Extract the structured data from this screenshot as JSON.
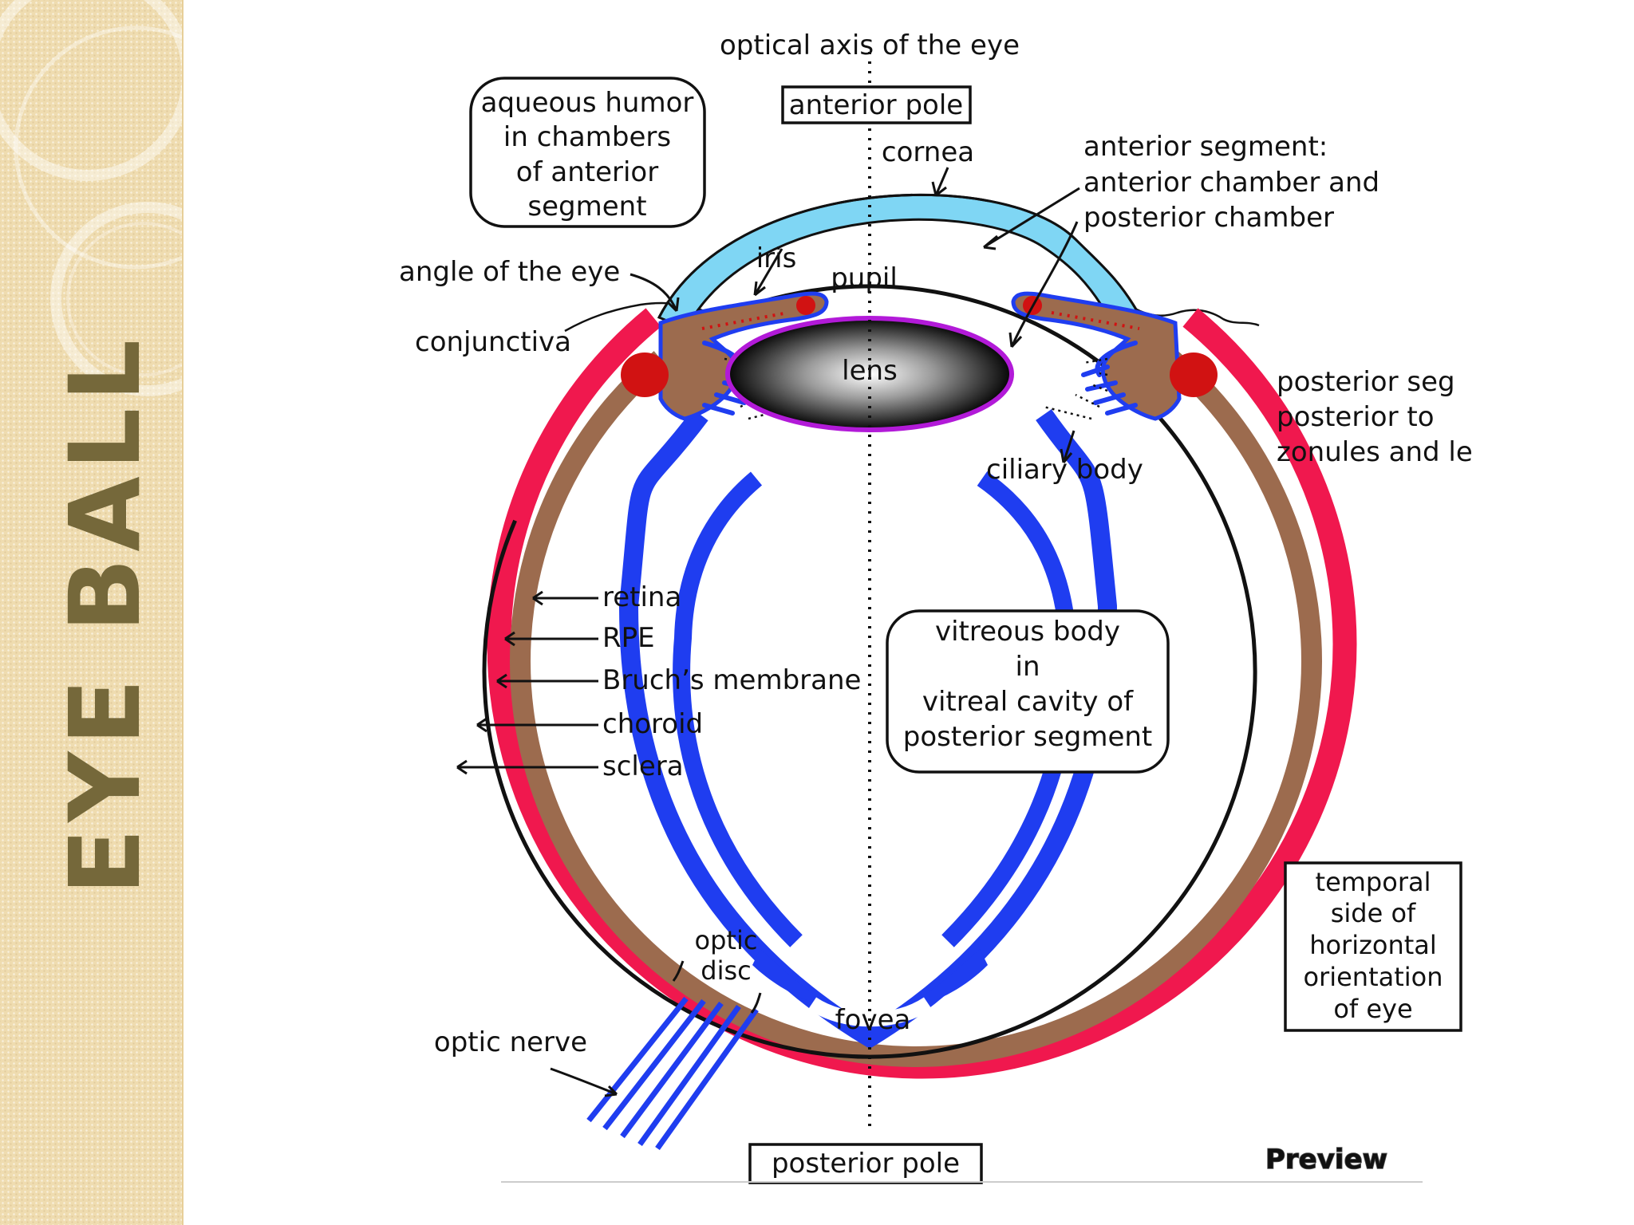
{
  "slide": {
    "title": "EYE BALL"
  },
  "colors": {
    "sclera": "#f0184e",
    "choroid": "#9c6b4e",
    "retina": "#1f3df0",
    "cornea": "#7fd6f4",
    "lens_rim": "#b21ad8",
    "ciliary": "#d11212"
  },
  "labels": {
    "optical_axis": "optical axis of the eye",
    "anterior_pole": "anterior pole",
    "aqueous_box": [
      "aqueous humor",
      "in chambers",
      "of anterior",
      "segment"
    ],
    "cornea": "cornea",
    "anterior_segment": [
      "anterior segment:",
      "anterior chamber and",
      "posterior chamber"
    ],
    "angle": "angle of the eye",
    "iris": "iris",
    "pupil": "pupil",
    "conjunctiva": "conjunctiva",
    "lens": "lens",
    "posterior_segment": [
      "posterior seg",
      "posterior to",
      "zonules and le"
    ],
    "ciliary_body": "ciliary body",
    "retina": "retina",
    "rpe": "RPE",
    "bruchs": "Bruch’s membrane",
    "choroid": "choroid",
    "sclera": "sclera",
    "vitreous_box": [
      "vitreous body",
      "in",
      "vitreal cavity of",
      "posterior segment"
    ],
    "temporal_box": [
      "temporal",
      "side of",
      "horizontal",
      "orientation",
      "of eye"
    ],
    "optic_disc": [
      "optic",
      "disc"
    ],
    "fovea": "fovea",
    "optic_nerve": "optic nerve",
    "posterior_pole": "posterior pole",
    "preview": "Preview"
  }
}
